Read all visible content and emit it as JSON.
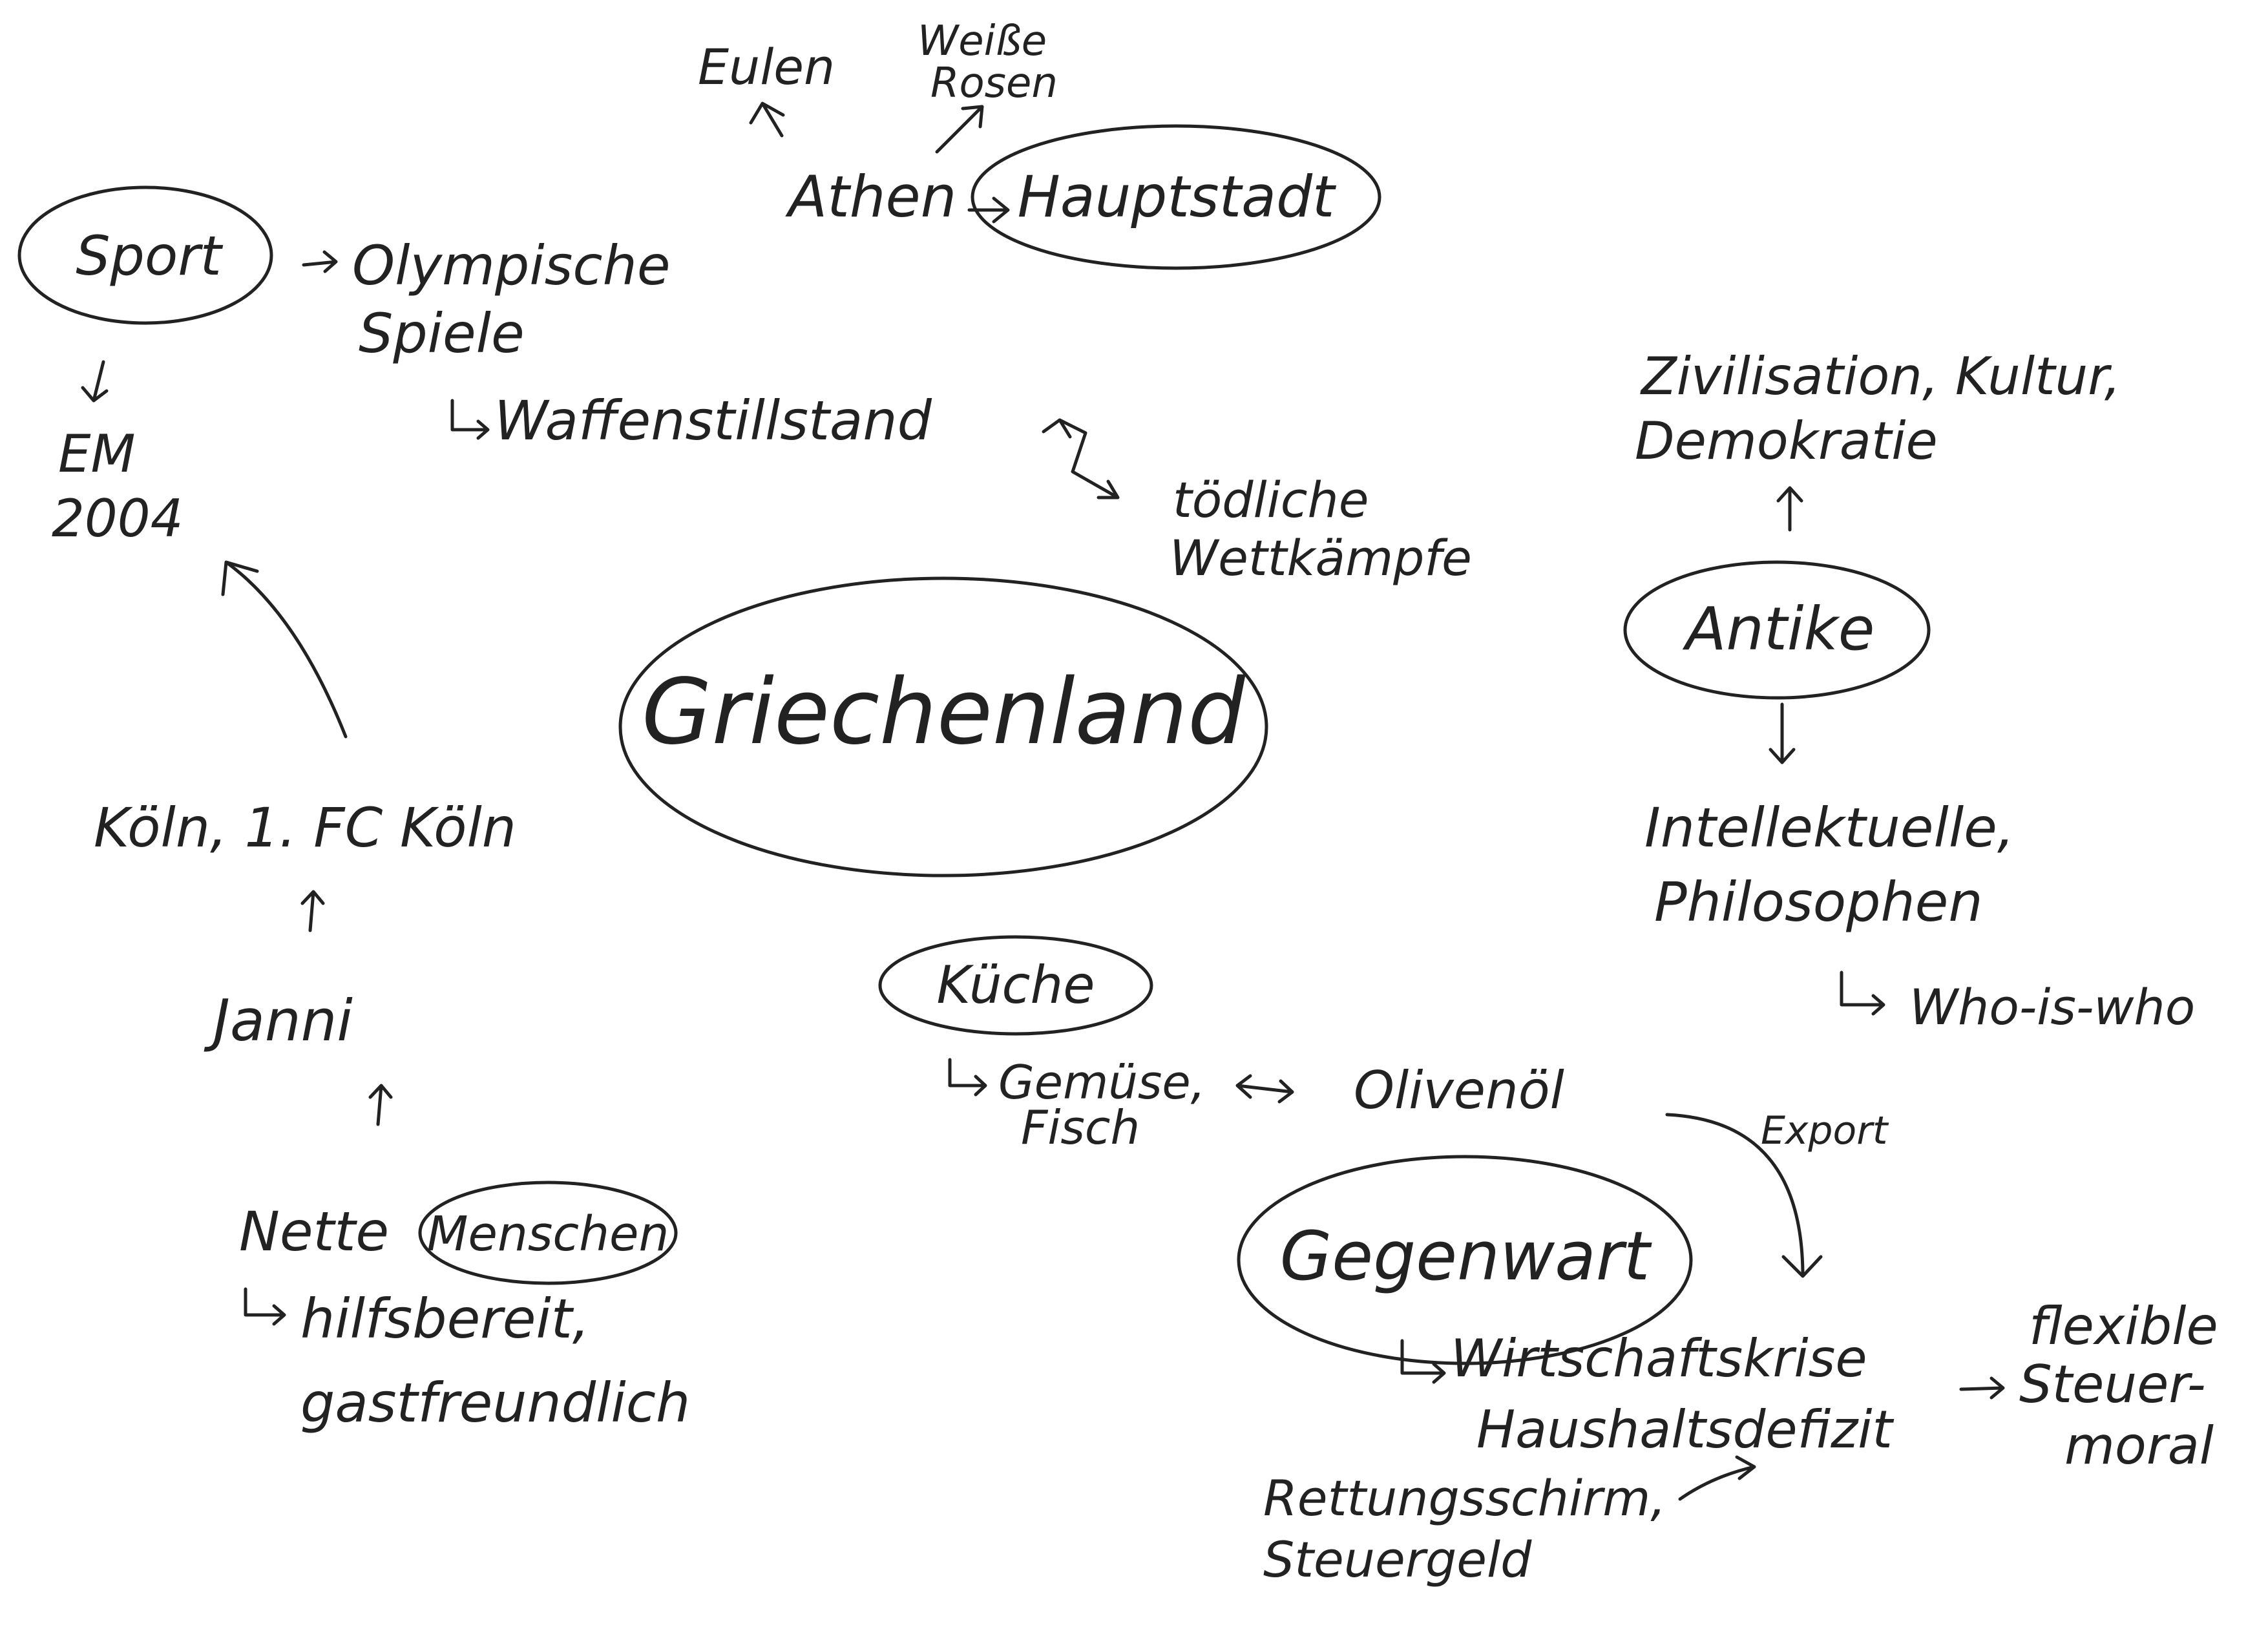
{
  "ink_color": "#222222",
  "paper_color": "#ffffff",
  "center": {
    "label": "Griechenland"
  },
  "hauptstadt": {
    "label": "Hauptstadt",
    "athen": "Athen",
    "eulen": "Eulen",
    "rosen_1": "Weiße",
    "rosen_2": "Rosen"
  },
  "sport": {
    "label": "Sport",
    "olympisch_1": "Olympische",
    "olympisch_2": "Spiele",
    "waffen": "Waffenstillstand",
    "toedlich_1": "tödliche",
    "toedlich_2": "Wettkämpfe",
    "em_1": "EM",
    "em_2": "2004"
  },
  "menschen": {
    "nette": "Nette",
    "label": "Menschen",
    "hilfs_1": "hilfsbereit,",
    "hilfs_2": "gastfreundlich",
    "janni": "Janni",
    "koeln": "Köln, 1. FC Köln"
  },
  "kueche": {
    "label": "Küche",
    "gemuese_1": "Gemüse,",
    "gemuese_2": "Fisch",
    "olivenoel": "Olivenöl"
  },
  "antike": {
    "label": "Antike",
    "zivil_1": "Zivilisation, Kultur,",
    "zivil_2": "Demokratie",
    "intel_1": "Intellektuelle,",
    "intel_2": "Philosophen",
    "who": "Who-is-who"
  },
  "gegenwart": {
    "label": "Gegenwart",
    "export": "Export",
    "wirtschaft": "Wirtschaftskrise",
    "haushalt": "Haushaltsdefizit",
    "flexible_1": "flexible",
    "flexible_2": "Steuer-",
    "flexible_3": "moral",
    "rettung_1": "Rettungsschirm,",
    "rettung_2": "Steuergeld"
  }
}
